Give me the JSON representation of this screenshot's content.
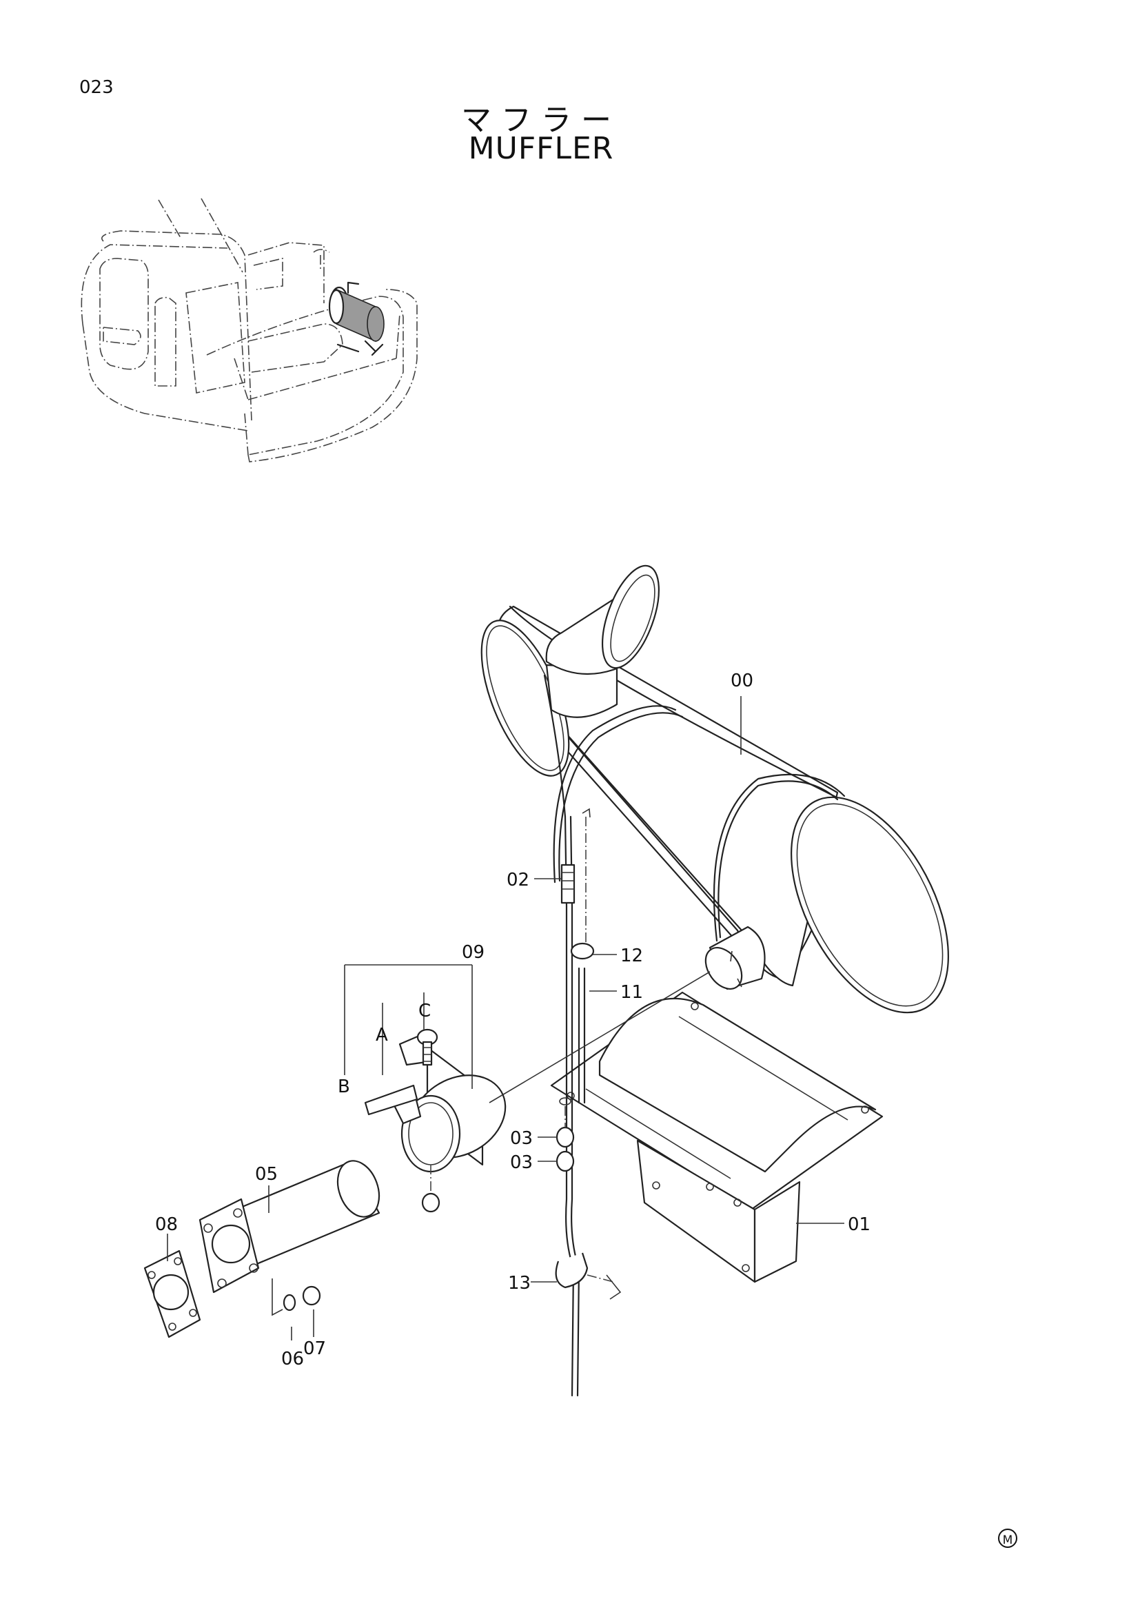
{
  "page": {
    "number": "023"
  },
  "title": {
    "japanese": "マフラー",
    "english": "MUFFLER"
  },
  "parts": {
    "p00": "00",
    "p01": "01",
    "p02": "02",
    "p03a": "03",
    "p03b": "03",
    "p05": "05",
    "p06": "06",
    "p07": "07",
    "p08": "08",
    "p09": "09",
    "p11": "11",
    "p12": "12",
    "p13": "13"
  },
  "subparts": {
    "a": "A",
    "b": "B",
    "c": "C"
  },
  "mark": {
    "symbol": "M"
  }
}
